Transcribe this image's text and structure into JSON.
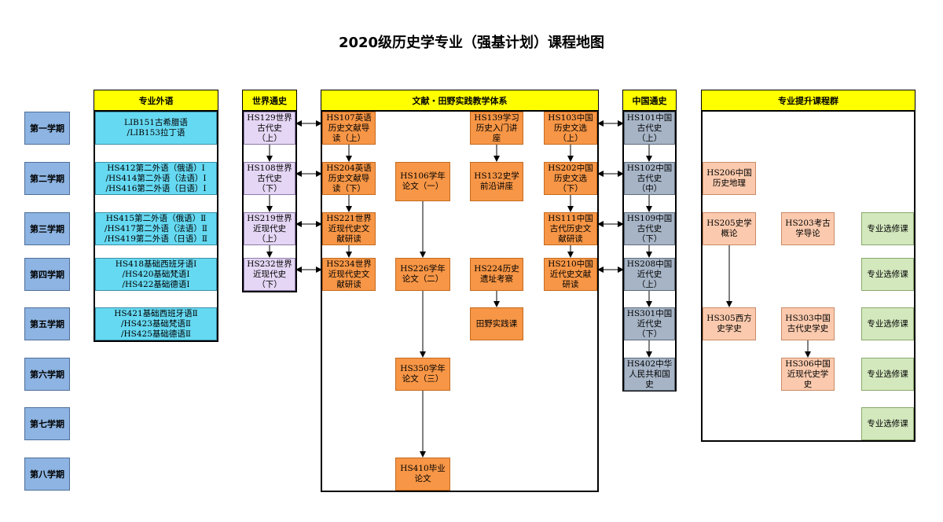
{
  "title": "2020级历史学专业（强基计划）课程地图",
  "semesters": [
    "第一学期",
    "第二学期",
    "第三学期",
    "第四学期",
    "第五学期",
    "第六学期",
    "第七学期",
    "第八学期"
  ],
  "headers": {
    "foreign": "专业外语",
    "world": "世界通史",
    "field": "文献・田野实践教学体系",
    "china": "中国通史",
    "advanced": "专业提升课程群"
  },
  "foreign_courses": [
    "LIB151古希腊语\n/LIB153拉丁语",
    "HS412第二外语（俄语）Ⅰ\n/HS414第二外语（法语）Ⅰ\n/HS416第二外语（日语）Ⅰ",
    "HS415第二外语（俄语）Ⅱ\n/HS417第二外语（法语）Ⅱ\n/HS419第二外语（日语）Ⅱ",
    "HS418基础西班牙语Ⅰ\n/HS420基础梵语Ⅰ\n/HS422基础德语Ⅰ",
    "HS421基础西班牙语Ⅱ\n/HS423基础梵语Ⅱ\n/HS425基础德语Ⅱ"
  ],
  "world_courses": [
    "HS129世界\n古代史\n（上）",
    "HS108世界\n古代史\n（下）",
    "HS219世界\n近现代史\n（上）",
    "HS232世界\n近现代史\n（下）"
  ],
  "field_courses": {
    "en1": "HS107英语\n历史文献导\n读（上）",
    "en2": "HS204英语\n历史文献导\n读（下）",
    "wm1": "HS221世界\n近现代史文\n献研读",
    "wm2": "HS234世界\n近现代史文\n献研读",
    "th1": "HS106学年\n论文（一）",
    "th2": "HS226学年\n论文（二）",
    "th3": "HS350学年\n论文（三）",
    "th4": "HS410毕业\n论文",
    "m1": "HS139学习\n历史入门讲\n座",
    "m2": "HS132史学\n前沿讲座",
    "m3": "HS224历史\n遗址考察",
    "m4": "田野实践课",
    "cn1": "HS103中国\n历史文选\n（上）",
    "cn2": "HS202中国\n历史文选\n（下）",
    "cn3": "HS111中国\n古代历史文\n献研读",
    "cn4": "HS210中国\n近代史文献\n研读"
  },
  "china_courses": [
    "HS101中国\n古代史\n（上）",
    "HS102中国\n古代史\n（中）",
    "HS109中国\n古代史\n（下）",
    "HS208中国\n近代史\n（上）",
    "HS301中国\n近代史\n（下）",
    "HS402中华\n人民共和国\n史"
  ],
  "advanced_courses": {
    "a1": "HS206中国\n历史地理",
    "a2": "HS205史学\n概论",
    "a3": "HS203考古\n学导论",
    "a4": "HS305西方\n史学史",
    "a5": "HS303中国\n古代史学史",
    "a6": "HS306中国\n近现代史学\n史",
    "elective": "专业选修课"
  }
}
